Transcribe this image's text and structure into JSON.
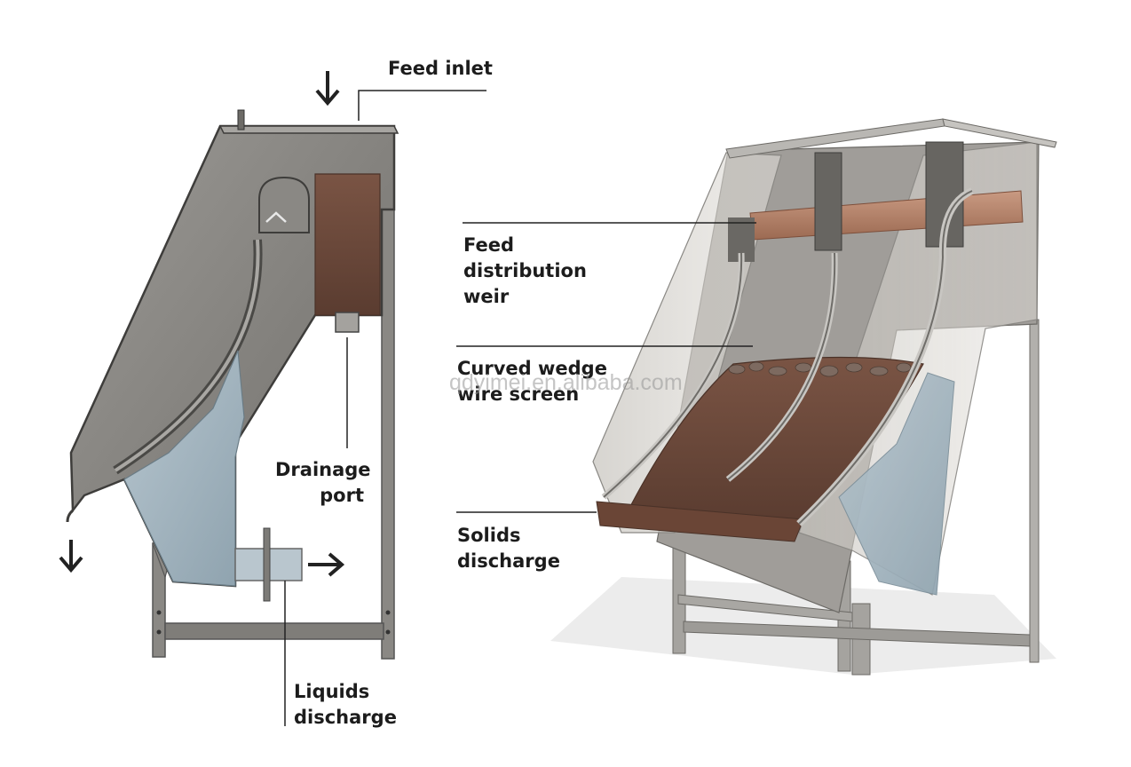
{
  "labels": {
    "feed_inlet": "Feed inlet",
    "drainage_port": "Drainage\nport",
    "liquids_discharge": "Liquids\ndischarge",
    "feed_distribution_weir": "Feed\ndistribution\nweir",
    "curved_wedge_wire_screen": "Curved wedge\nwire screen",
    "solids_discharge": "Solids\ndischarge"
  },
  "watermark": "qdyimei.en.alibaba.com",
  "colors": {
    "steel": "#8e8c88",
    "steel_dark": "#5d5b58",
    "slurry_brown": "#6d4a3a",
    "filtrate_blue": "#9fb3be",
    "weir_copper": "#b9836a",
    "arrow": "#222222"
  }
}
